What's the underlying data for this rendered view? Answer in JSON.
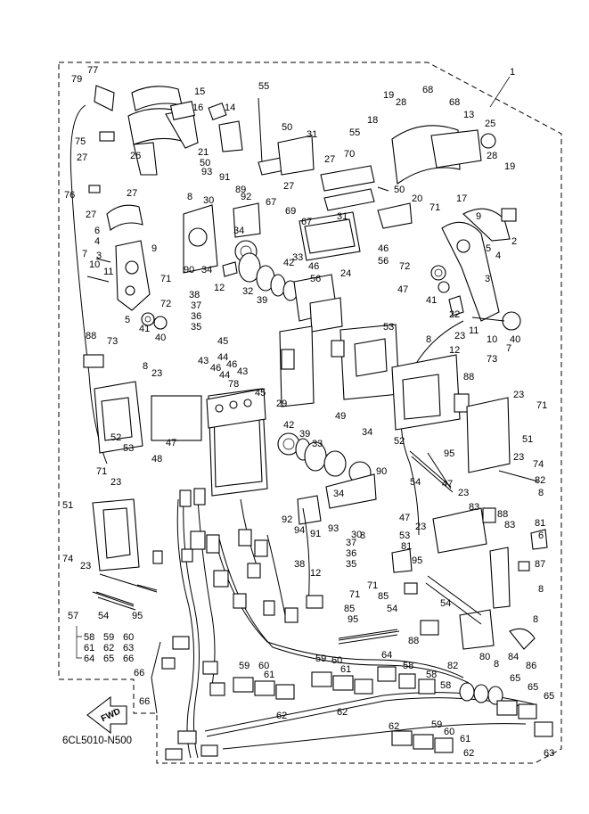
{
  "diagram": {
    "code": "6CL5010-N500",
    "fwd_label": "FWD",
    "callouts": [
      {
        "id": "c1",
        "text": "1"
      },
      {
        "id": "c2",
        "text": "2"
      },
      {
        "id": "c3",
        "text": "3"
      },
      {
        "id": "c3b",
        "text": "3"
      },
      {
        "id": "c4",
        "text": "4"
      },
      {
        "id": "c4b",
        "text": "4"
      },
      {
        "id": "c5",
        "text": "5"
      },
      {
        "id": "c5b",
        "text": "5"
      },
      {
        "id": "c6",
        "text": "6"
      },
      {
        "id": "c6b",
        "text": "6"
      },
      {
        "id": "c7",
        "text": "7"
      },
      {
        "id": "c7b",
        "text": "7"
      },
      {
        "id": "c8a",
        "text": "8"
      },
      {
        "id": "c8b",
        "text": "8"
      },
      {
        "id": "c8c",
        "text": "8"
      },
      {
        "id": "c8d",
        "text": "8"
      },
      {
        "id": "c8e",
        "text": "8"
      },
      {
        "id": "c8f",
        "text": "8"
      },
      {
        "id": "c8g",
        "text": "8"
      },
      {
        "id": "c8h",
        "text": "8"
      },
      {
        "id": "c9",
        "text": "9"
      },
      {
        "id": "c9b",
        "text": "9"
      },
      {
        "id": "c10",
        "text": "10"
      },
      {
        "id": "c10b",
        "text": "10"
      },
      {
        "id": "c11",
        "text": "11"
      },
      {
        "id": "c11b",
        "text": "11"
      },
      {
        "id": "c12",
        "text": "12"
      },
      {
        "id": "c12b",
        "text": "12"
      },
      {
        "id": "c12c",
        "text": "12"
      },
      {
        "id": "c13",
        "text": "13"
      },
      {
        "id": "c14",
        "text": "14"
      },
      {
        "id": "c15",
        "text": "15"
      },
      {
        "id": "c16",
        "text": "16"
      },
      {
        "id": "c17",
        "text": "17"
      },
      {
        "id": "c18",
        "text": "18"
      },
      {
        "id": "c19",
        "text": "19"
      },
      {
        "id": "c19b",
        "text": "19"
      },
      {
        "id": "c20",
        "text": "20"
      },
      {
        "id": "c21",
        "text": "21"
      },
      {
        "id": "c22",
        "text": "22"
      },
      {
        "id": "c23a",
        "text": "23"
      },
      {
        "id": "c23b",
        "text": "23"
      },
      {
        "id": "c23c",
        "text": "23"
      },
      {
        "id": "c23d",
        "text": "23"
      },
      {
        "id": "c23e",
        "text": "23"
      },
      {
        "id": "c23f",
        "text": "23"
      },
      {
        "id": "c23g",
        "text": "23"
      },
      {
        "id": "c23h",
        "text": "23"
      },
      {
        "id": "c24",
        "text": "24"
      },
      {
        "id": "c25",
        "text": "25"
      },
      {
        "id": "c26",
        "text": "26"
      },
      {
        "id": "c27a",
        "text": "27"
      },
      {
        "id": "c27b",
        "text": "27"
      },
      {
        "id": "c27c",
        "text": "27"
      },
      {
        "id": "c27d",
        "text": "27"
      },
      {
        "id": "c27e",
        "text": "27"
      },
      {
        "id": "c28",
        "text": "28"
      },
      {
        "id": "c28b",
        "text": "28"
      },
      {
        "id": "c29",
        "text": "29"
      },
      {
        "id": "c30",
        "text": "30"
      },
      {
        "id": "c30b",
        "text": "30"
      },
      {
        "id": "c31",
        "text": "31"
      },
      {
        "id": "c31b",
        "text": "31"
      },
      {
        "id": "c32",
        "text": "32"
      },
      {
        "id": "c33",
        "text": "33"
      },
      {
        "id": "c33b",
        "text": "33"
      },
      {
        "id": "c34",
        "text": "34"
      },
      {
        "id": "c34b",
        "text": "34"
      },
      {
        "id": "c34c",
        "text": "34"
      },
      {
        "id": "c34d",
        "text": "34"
      },
      {
        "id": "c35",
        "text": "35"
      },
      {
        "id": "c35b",
        "text": "35"
      },
      {
        "id": "c36",
        "text": "36"
      },
      {
        "id": "c36b",
        "text": "36"
      },
      {
        "id": "c37",
        "text": "37"
      },
      {
        "id": "c37b",
        "text": "37"
      },
      {
        "id": "c38",
        "text": "38"
      },
      {
        "id": "c38b",
        "text": "38"
      },
      {
        "id": "c39",
        "text": "39"
      },
      {
        "id": "c39b",
        "text": "39"
      },
      {
        "id": "c40",
        "text": "40"
      },
      {
        "id": "c40b",
        "text": "40"
      },
      {
        "id": "c41",
        "text": "41"
      },
      {
        "id": "c41b",
        "text": "41"
      },
      {
        "id": "c42",
        "text": "42"
      },
      {
        "id": "c42b",
        "text": "42"
      },
      {
        "id": "c43",
        "text": "43"
      },
      {
        "id": "c43b",
        "text": "43"
      },
      {
        "id": "c44",
        "text": "44"
      },
      {
        "id": "c44b",
        "text": "44"
      },
      {
        "id": "c45",
        "text": "45"
      },
      {
        "id": "c45b",
        "text": "45"
      },
      {
        "id": "c46",
        "text": "46"
      },
      {
        "id": "c46b",
        "text": "46"
      },
      {
        "id": "c46c",
        "text": "46"
      },
      {
        "id": "c46d",
        "text": "46"
      },
      {
        "id": "c47",
        "text": "47"
      },
      {
        "id": "c47b",
        "text": "47"
      },
      {
        "id": "c47c",
        "text": "47"
      },
      {
        "id": "c47d",
        "text": "47"
      },
      {
        "id": "c48",
        "text": "48"
      },
      {
        "id": "c49",
        "text": "49"
      },
      {
        "id": "c50",
        "text": "50"
      },
      {
        "id": "c50b",
        "text": "50"
      },
      {
        "id": "c50c",
        "text": "50"
      },
      {
        "id": "c51",
        "text": "51"
      },
      {
        "id": "c51b",
        "text": "51"
      },
      {
        "id": "c52",
        "text": "52"
      },
      {
        "id": "c52b",
        "text": "52"
      },
      {
        "id": "c53",
        "text": "53"
      },
      {
        "id": "c53b",
        "text": "53"
      },
      {
        "id": "c53c",
        "text": "53"
      },
      {
        "id": "c54",
        "text": "54"
      },
      {
        "id": "c54b",
        "text": "54"
      },
      {
        "id": "c54c",
        "text": "54"
      },
      {
        "id": "c54d",
        "text": "54"
      },
      {
        "id": "c55",
        "text": "55"
      },
      {
        "id": "c55b",
        "text": "55"
      },
      {
        "id": "c56",
        "text": "56"
      },
      {
        "id": "c56b",
        "text": "56"
      },
      {
        "id": "c57",
        "text": "57"
      },
      {
        "id": "c58",
        "text": "58"
      },
      {
        "id": "c58b",
        "text": "58"
      },
      {
        "id": "c58c",
        "text": "58"
      },
      {
        "id": "c58d",
        "text": "58"
      },
      {
        "id": "c59",
        "text": "59"
      },
      {
        "id": "c59b",
        "text": "59"
      },
      {
        "id": "c59c",
        "text": "59"
      },
      {
        "id": "c59d",
        "text": "59"
      },
      {
        "id": "c60",
        "text": "60"
      },
      {
        "id": "c60b",
        "text": "60"
      },
      {
        "id": "c60c",
        "text": "60"
      },
      {
        "id": "c60d",
        "text": "60"
      },
      {
        "id": "c61",
        "text": "61"
      },
      {
        "id": "c61b",
        "text": "61"
      },
      {
        "id": "c61c",
        "text": "61"
      },
      {
        "id": "c61d",
        "text": "61"
      },
      {
        "id": "c62",
        "text": "62"
      },
      {
        "id": "c62b",
        "text": "62"
      },
      {
        "id": "c62c",
        "text": "62"
      },
      {
        "id": "c62d",
        "text": "62"
      },
      {
        "id": "c62e",
        "text": "62"
      },
      {
        "id": "c63",
        "text": "63"
      },
      {
        "id": "c63b",
        "text": "63"
      },
      {
        "id": "c64",
        "text": "64"
      },
      {
        "id": "c64b",
        "text": "64"
      },
      {
        "id": "c65",
        "text": "65"
      },
      {
        "id": "c65b",
        "text": "65"
      },
      {
        "id": "c65c",
        "text": "65"
      },
      {
        "id": "c65d",
        "text": "65"
      },
      {
        "id": "c66",
        "text": "66"
      },
      {
        "id": "c66b",
        "text": "66"
      },
      {
        "id": "c66c",
        "text": "66"
      },
      {
        "id": "c67",
        "text": "67"
      },
      {
        "id": "c67b",
        "text": "67"
      },
      {
        "id": "c68",
        "text": "68"
      },
      {
        "id": "c68b",
        "text": "68"
      },
      {
        "id": "c69",
        "text": "69"
      },
      {
        "id": "c70",
        "text": "70"
      },
      {
        "id": "c71a",
        "text": "71"
      },
      {
        "id": "c71b",
        "text": "71"
      },
      {
        "id": "c71c",
        "text": "71"
      },
      {
        "id": "c71d",
        "text": "71"
      },
      {
        "id": "c71e",
        "text": "71"
      },
      {
        "id": "c71f",
        "text": "71"
      },
      {
        "id": "c72",
        "text": "72"
      },
      {
        "id": "c72b",
        "text": "72"
      },
      {
        "id": "c73",
        "text": "73"
      },
      {
        "id": "c73b",
        "text": "73"
      },
      {
        "id": "c74",
        "text": "74"
      },
      {
        "id": "c74b",
        "text": "74"
      },
      {
        "id": "c75",
        "text": "75"
      },
      {
        "id": "c76",
        "text": "76"
      },
      {
        "id": "c77",
        "text": "77"
      },
      {
        "id": "c78",
        "text": "78"
      },
      {
        "id": "c79",
        "text": "79"
      },
      {
        "id": "c80",
        "text": "80"
      },
      {
        "id": "c81",
        "text": "81"
      },
      {
        "id": "c81b",
        "text": "81"
      },
      {
        "id": "c82",
        "text": "82"
      },
      {
        "id": "c82b",
        "text": "82"
      },
      {
        "id": "c83",
        "text": "83"
      },
      {
        "id": "c83b",
        "text": "83"
      },
      {
        "id": "c84",
        "text": "84"
      },
      {
        "id": "c85",
        "text": "85"
      },
      {
        "id": "c85b",
        "text": "85"
      },
      {
        "id": "c86",
        "text": "86"
      },
      {
        "id": "c87",
        "text": "87"
      },
      {
        "id": "c88",
        "text": "88"
      },
      {
        "id": "c88b",
        "text": "88"
      },
      {
        "id": "c88c",
        "text": "88"
      },
      {
        "id": "c88d",
        "text": "88"
      },
      {
        "id": "c89",
        "text": "89"
      },
      {
        "id": "c90",
        "text": "90"
      },
      {
        "id": "c90b",
        "text": "90"
      },
      {
        "id": "c91",
        "text": "91"
      },
      {
        "id": "c91b",
        "text": "91"
      },
      {
        "id": "c92",
        "text": "92"
      },
      {
        "id": "c92b",
        "text": "92"
      },
      {
        "id": "c93",
        "text": "93"
      },
      {
        "id": "c93b",
        "text": "93"
      },
      {
        "id": "c94",
        "text": "94"
      },
      {
        "id": "c95",
        "text": "95"
      },
      {
        "id": "c95b",
        "text": "95"
      },
      {
        "id": "c95c",
        "text": "95"
      },
      {
        "id": "c95d",
        "text": "95"
      }
    ]
  }
}
